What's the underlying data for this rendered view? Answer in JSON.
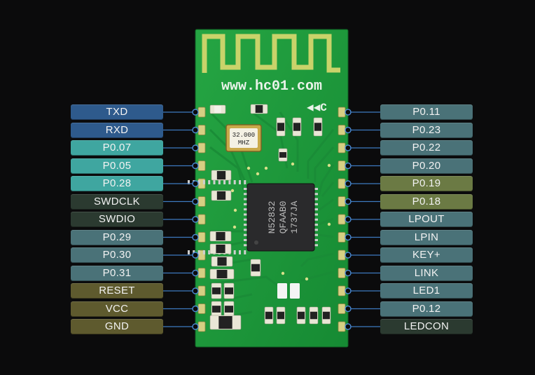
{
  "module": {
    "url_text": "www.hc01.com",
    "crystal_line1": "32.000",
    "crystal_line2": "MHZ",
    "chip_line1": "N52832",
    "chip_line2": "QFAAB0",
    "chip_line3": "1737JA",
    "board_color": "#1f9a3c"
  },
  "left_pins": [
    {
      "label": "TXD",
      "color": "#2e5a8c"
    },
    {
      "label": "RXD",
      "color": "#2e5a8c"
    },
    {
      "label": "P0.07",
      "color": "#3fa6a0"
    },
    {
      "label": "P0.05",
      "color": "#3fa6a0"
    },
    {
      "label": "P0.28",
      "color": "#3fa6a0"
    },
    {
      "label": "SWDCLK",
      "color": "#2b3a30"
    },
    {
      "label": "SWDIO",
      "color": "#2b3a30"
    },
    {
      "label": "P0.29",
      "color": "#4a7278"
    },
    {
      "label": "P0.30",
      "color": "#4a7278"
    },
    {
      "label": "P0.31",
      "color": "#4a7278"
    },
    {
      "label": "RESET",
      "color": "#5e5a2e"
    },
    {
      "label": "VCC",
      "color": "#5e5a2e"
    },
    {
      "label": "GND",
      "color": "#5e5a2e"
    }
  ],
  "right_pins": [
    {
      "label": "P0.11",
      "color": "#4a7278"
    },
    {
      "label": "P0.23",
      "color": "#4a7278"
    },
    {
      "label": "P0.22",
      "color": "#4a7278"
    },
    {
      "label": "P0.20",
      "color": "#4a7278"
    },
    {
      "label": "P0.19",
      "color": "#6b7a44"
    },
    {
      "label": "P0.18",
      "color": "#6b7a44"
    },
    {
      "label": "LPOUT",
      "color": "#4a7278"
    },
    {
      "label": "LPIN",
      "color": "#4a7278"
    },
    {
      "label": "KEY+",
      "color": "#4a7278"
    },
    {
      "label": "LINK",
      "color": "#4a7278"
    },
    {
      "label": "LED1",
      "color": "#4a7278"
    },
    {
      "label": "P0.12",
      "color": "#4a7278"
    },
    {
      "label": "LEDCON",
      "color": "#2b3a30"
    }
  ]
}
